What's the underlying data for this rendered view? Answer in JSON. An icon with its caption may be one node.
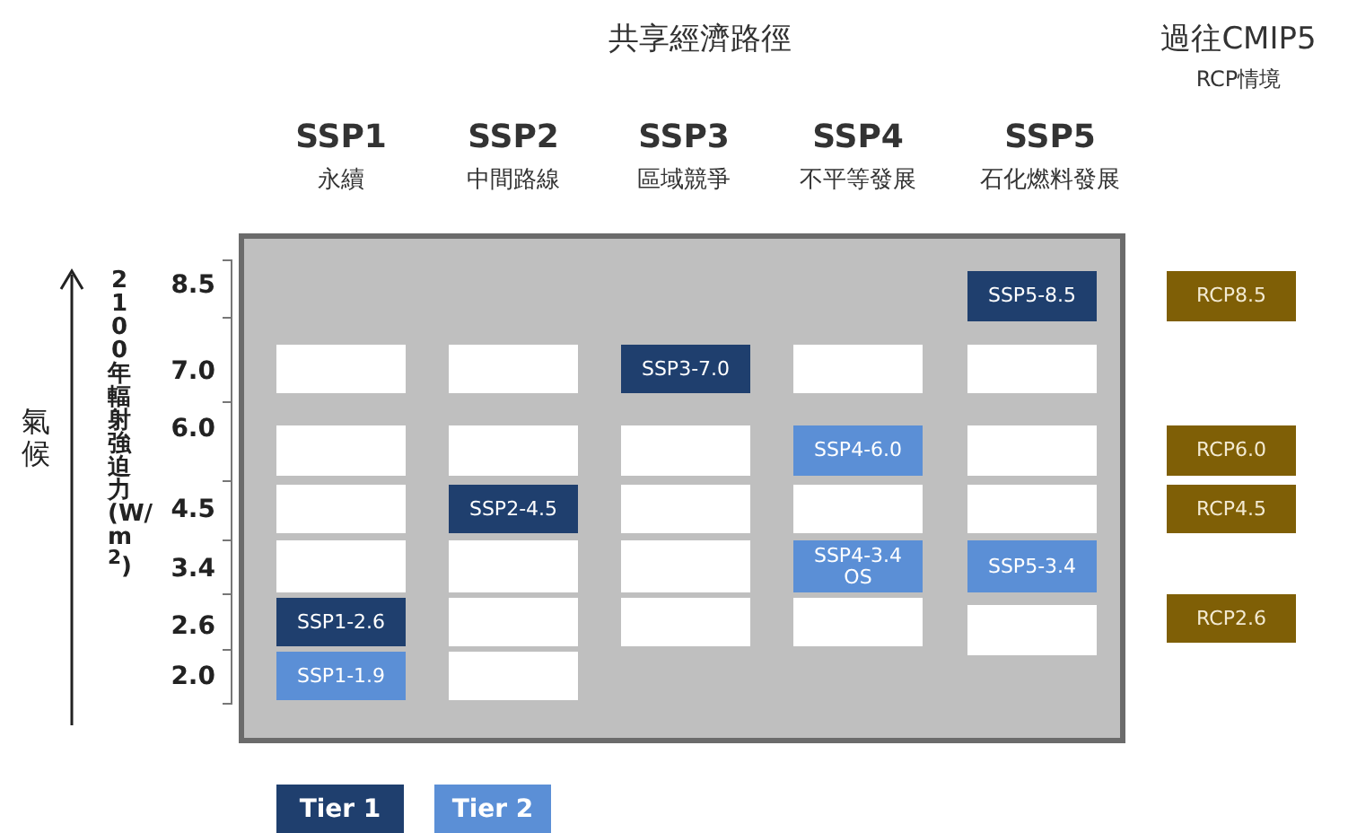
{
  "diagram": {
    "title": "共享經濟路徑",
    "nodes": [
      {
        "text": [],
        "shape": "box"
      },
      {
        "text": [
          "SSP5-8.5"
        ],
        "in": 0
      },
      {
        "text": [
          "RCP8.5"
        ]
      },
      {
        "text": [],
        "shape": "box",
        "in": 0
      },
      {
        "text": [],
        "shape": "box",
        "in": 0
      },
      {
        "text": [
          "SSP3-7.0"
        ],
        "in": 0
      },
      {
        "text": [],
        "shape": "box",
        "in": 0
      },
      {
        "text": [],
        "shape": "box",
        "in": 0
      },
      {
        "text": [],
        "shape": "box",
        "in": 0
      },
      {
        "text": [],
        "shape": "box",
        "in": 0
      },
      {
        "text": [],
        "shape": "box",
        "in": 0
      },
      {
        "text": [
          "SSP4-6.0"
        ],
        "in": 0
      },
      {
        "text": [],
        "shape": "box",
        "in": 0
      },
      {
        "text": [
          "RCP6.0"
        ]
      },
      {
        "text": [],
        "shape": "box",
        "in": 0
      },
      {
        "text": [
          "SSP2-4.5"
        ],
        "in": 0
      },
      {
        "text": [],
        "shape": "box",
        "in": 0
      },
      {
        "text": [],
        "shape": "box",
        "in": 0
      },
      {
        "text": [],
        "shape": "box",
        "in": 0
      },
      {
        "text": [
          "RCP4.5"
        ]
      },
      {
        "text": [],
        "shape": "box",
        "in": 0
      },
      {
        "text": [],
        "shape": "box",
        "in": 0
      },
      {
        "text": [],
        "shape": "box",
        "in": 0
      },
      {
        "text": [
          "SSP4-3.4 OS"
        ],
        "in": 0
      },
      {
        "text": [
          "SSP5-3.4"
        ],
        "in": 0
      },
      {
        "text": [
          "SSP1-2.6"
        ],
        "in": 0
      },
      {
        "text": [],
        "shape": "box",
        "in": 0
      },
      {
        "text": [],
        "shape": "box",
        "in": 0
      },
      {
        "text": [],
        "shape": "box",
        "in": 0
      },
      {
        "text": [],
        "shape": "box",
        "in": 0
      },
      {
        "text": [
          "RCP2.6"
        ]
      },
      {
        "text": [
          "SSP1-1.9"
        ],
        "in": 0
      },
      {
        "text": [],
        "shape": "box",
        "in": 0
      }
    ],
    "labels": [
      "過往CMIP5",
      "RCP情境",
      "SSP1",
      "永續",
      "SSP2",
      "中間路線",
      "SSP3",
      "區域競爭",
      "SSP4",
      "不平等發展",
      "SSP5",
      "石化燃料發展",
      "氣候",
      "2100年輻射強迫力(W/m$^{2}$)",
      "8.5",
      "7.0",
      "6.0",
      "4.5",
      "3.4",
      "2.6",
      "2.0"
    ],
    "legend": [
      {
        "text": "Tier 1",
        "color": "#1f3f6e"
      },
      {
        "text": "Tier 2",
        "color": "#5b8fd6"
      }
    ]
  }
}
